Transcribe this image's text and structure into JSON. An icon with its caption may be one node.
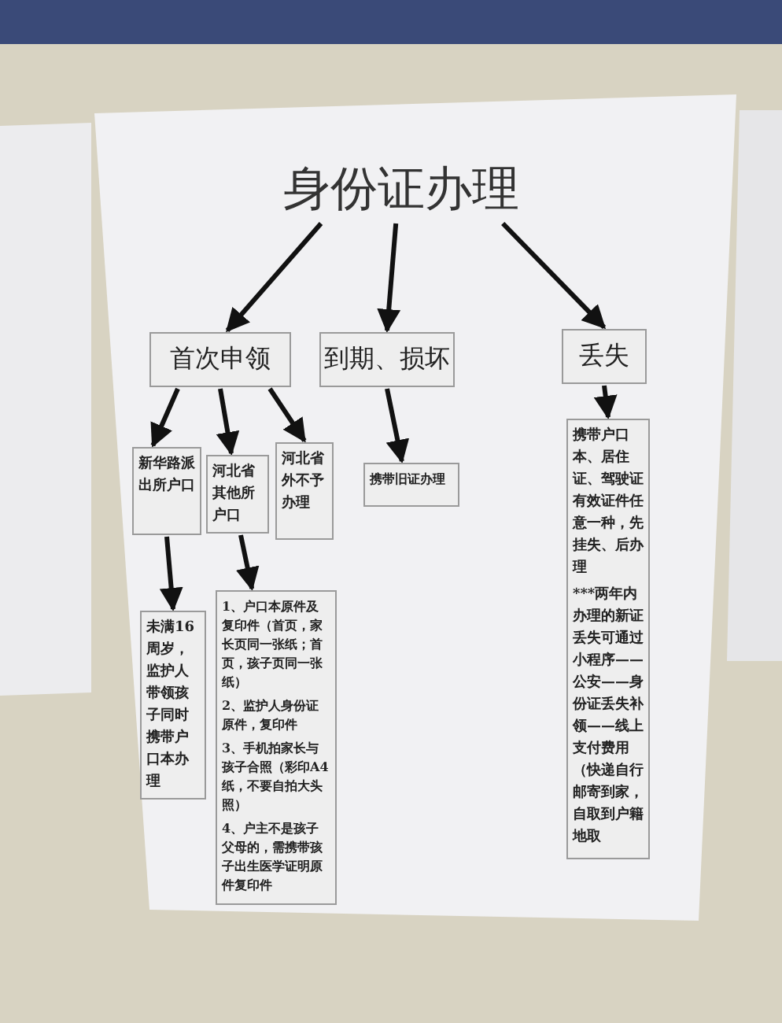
{
  "diagram": {
    "nodes": [
      {
        "text": [
          "身份证办理"
        ]
      },
      {
        "text": [
          "首次申领"
        ]
      },
      {
        "text": [
          "到期、损坏"
        ]
      },
      {
        "text": [
          "丢失"
        ]
      },
      {
        "text": [
          "新华路派出所户口"
        ]
      },
      {
        "text": [
          "河北省其他所户口"
        ]
      },
      {
        "text": [
          "河北省外不予办理"
        ]
      },
      {
        "text": [
          "未满16周岁，监护人带领孩子同时携带户口本办理"
        ]
      },
      {
        "text": [
          "1、户口本原件及复印件（首页，家长页同一张纸；首页，孩子页同一张纸）",
          "2、监护人身份证原件，复印件",
          "3、手机拍家长与孩子合照（彩印A4纸，不要自拍大头照）",
          "4、户主不是孩子父母的，需携带孩子出生医学证明原件复印件"
        ]
      },
      {
        "text": [
          "携带旧证办理"
        ]
      },
      {
        "text": [
          "携带户口本、居住证、驾驶证有效证件任意一种，先挂失、后办理",
          "***两年内办理的新证丢失可通过小程序——公安——身份证丢失补领——线上支付费用（快递自行邮寄到家，自取到户籍地取"
        ]
      }
    ],
    "edges": [
      {
        "from": 0,
        "to": 1,
        "arrow": "to"
      },
      {
        "from": 0,
        "to": 2,
        "arrow": "to"
      },
      {
        "from": 0,
        "to": 3,
        "arrow": "to"
      },
      {
        "from": 1,
        "to": 4,
        "arrow": "to"
      },
      {
        "from": 1,
        "to": 5,
        "arrow": "to"
      },
      {
        "from": 1,
        "to": 6,
        "arrow": "to"
      },
      {
        "from": 4,
        "to": 7,
        "arrow": "to"
      },
      {
        "from": 5,
        "to": 8,
        "arrow": "to"
      },
      {
        "from": 2,
        "to": 9,
        "arrow": "to"
      },
      {
        "from": 3,
        "to": 10,
        "arrow": "to"
      }
    ]
  }
}
